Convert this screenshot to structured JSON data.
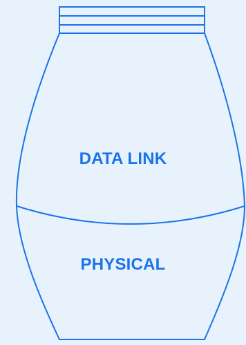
{
  "colors": {
    "background": "#e8f2fc",
    "outline": "#1a73e8",
    "label": "#1a73e8"
  },
  "layers": [
    {
      "id": "data-link",
      "label": "DATA LINK"
    },
    {
      "id": "physical",
      "label": "PHYSICAL"
    }
  ]
}
